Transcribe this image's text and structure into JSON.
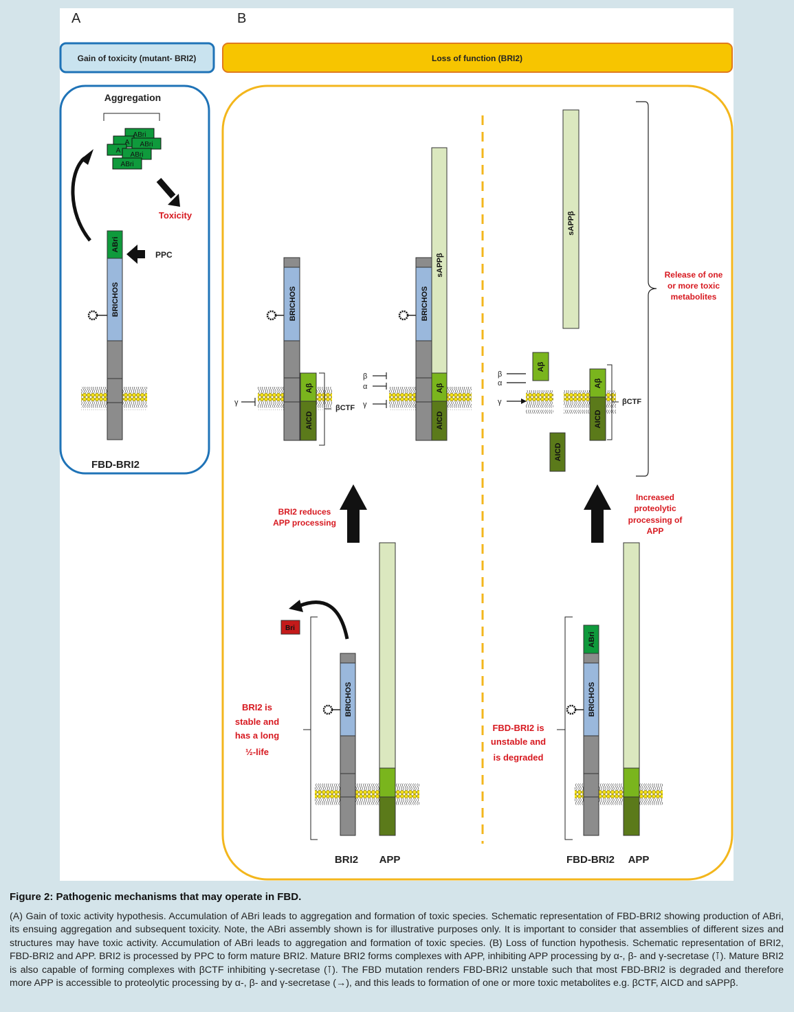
{
  "panels": {
    "a_letter": "A",
    "b_letter": "B",
    "a_header": "Gain of toxicity (mutant- BRI2)",
    "b_header": "Loss of function (BRI2)"
  },
  "panel_a": {
    "aggregation": "Aggregation",
    "toxicity": "Toxicity",
    "ppc": "PPC",
    "abri_label": "ABri",
    "brichos_label": "BRICHOS",
    "name": "FBD-BRI2",
    "aggregate_labels": [
      "ABri",
      "ABri",
      "ABri",
      "ABri",
      "A",
      "A"
    ]
  },
  "panel_b": {
    "brichos": "BRICHOS",
    "abeta": "Aβ",
    "aicd": "AICD",
    "sappb": "sAPPβ",
    "bctf": "βCTF",
    "bri_fragment": "Bri",
    "abri": "ABri",
    "gamma": "γ",
    "beta": "β",
    "alpha": "α",
    "release_text": [
      "Release of one",
      "or more toxic",
      "metabolites"
    ],
    "reduces_text": [
      "BRI2 reduces",
      "APP processing"
    ],
    "increased_text": [
      "Increased",
      "proteolytic",
      "processing of",
      "APP"
    ],
    "stable_text": [
      "BRI2 is",
      "stable and",
      "has a long",
      "½-life"
    ],
    "unstable_text": [
      "FBD-BRI2 is",
      "unstable and",
      "is degraded"
    ],
    "label_bri2": "BRI2",
    "label_app1": "APP",
    "label_fbd": "FBD-BRI2",
    "label_app2": "APP"
  },
  "caption": {
    "title": "Figure 2: Pathogenic mechanisms that may operate in FBD.",
    "text": "(A) Gain of toxic activity hypothesis. Accumulation of ABri leads to aggregation and formation of toxic species. Schematic representation of FBD-BRI2 showing production of ABri, its ensuing aggregation and subsequent toxicity. Note, the ABri assembly shown is for illustrative purposes only. It is important to consider that assemblies of different sizes and structures may have toxic activity. Accumulation of ABri leads to aggregation and formation of toxic species. (B) Loss of function hypothesis. Schematic representation of BRI2, FBD-BRI2 and APP. BRI2 is processed by PPC to form mature BRI2. Mature BRI2 forms complexes with APP, inhibiting APP processing by α-, β- and γ-secretase (⊺). Mature BRI2 is also capable of forming complexes with βCTF inhibiting γ-secretase (⊺). The FBD mutation renders FBD-BRI2 unstable such that most FBD-BRI2 is degraded and therefore more APP is accessible to proteolytic processing by α-, β- and γ-secretase (→), and this leads to formation of one or more toxic metabolites e.g. βCTF, AICD and sAPPβ."
  },
  "colors": {
    "background": "#d4e4ea",
    "panel_a_box": "#1f73b7",
    "panel_a_header_fill": "#c9e3ef",
    "panel_b_box": "#f3b61c",
    "panel_b_header_fill": "#f7c500",
    "panel_b_header_stroke": "#e07a1e",
    "grey": "#8c8c8c",
    "brichos_blue": "#9ab8dc",
    "abri_green": "#0f9a3c",
    "abeta_green": "#7ab51d",
    "aicd_green": "#5b7a1a",
    "app_pale": "#dbe8bf",
    "red_text": "#d71920",
    "lipid_yellow": "#f5e216"
  }
}
